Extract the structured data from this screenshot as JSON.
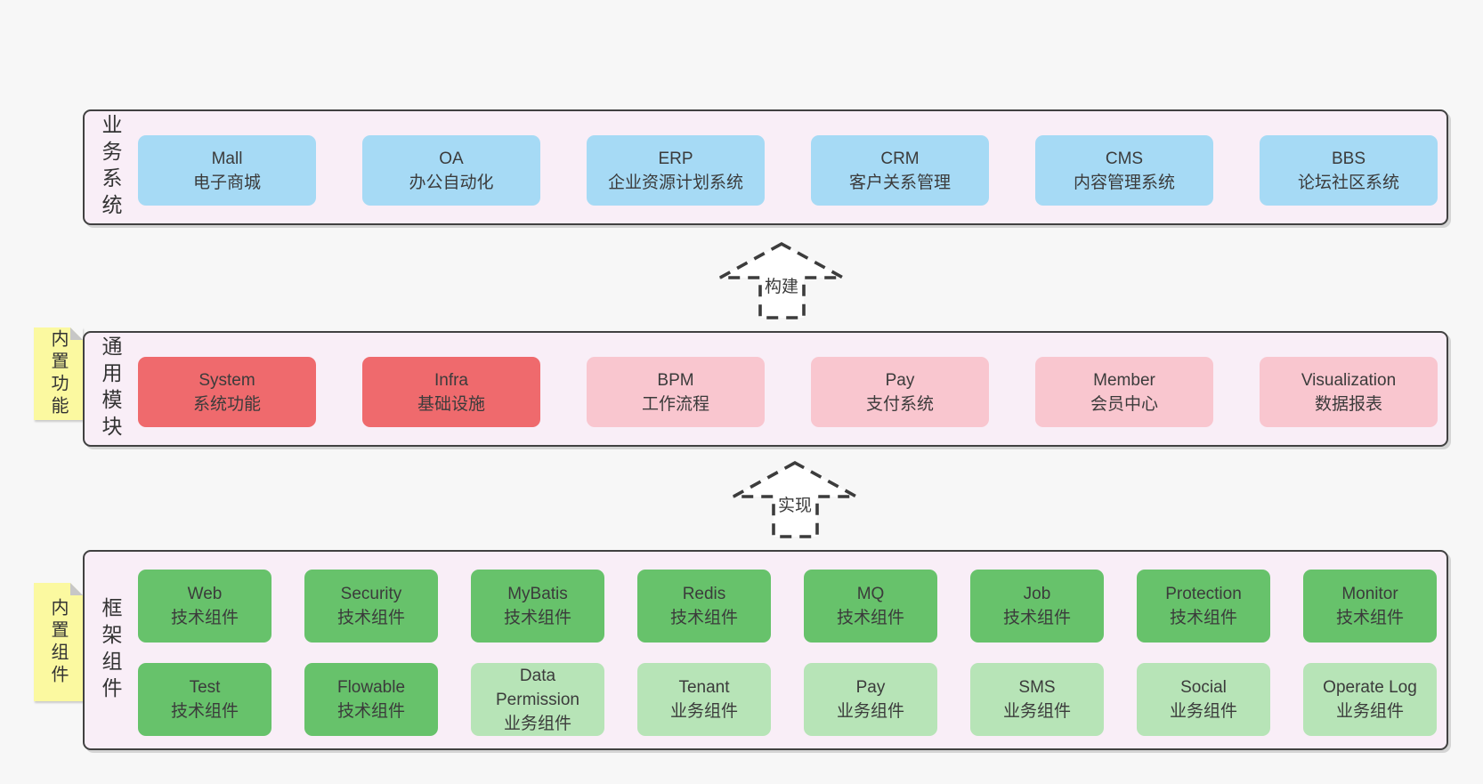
{
  "diagram": {
    "sections": [
      {
        "label": "业务系统",
        "boxes": [
          {
            "title": "Mall",
            "subtitle": "电子商城"
          },
          {
            "title": "OA",
            "subtitle": "办公自动化"
          },
          {
            "title": "ERP",
            "subtitle": "企业资源计划系统"
          },
          {
            "title": "CRM",
            "subtitle": "客户关系管理"
          },
          {
            "title": "CMS",
            "subtitle": "内容管理系统"
          },
          {
            "title": "BBS",
            "subtitle": "论坛社区系统"
          }
        ]
      },
      {
        "label": "通用模块",
        "sticky_note": "内置功能",
        "boxes": [
          {
            "title": "System",
            "subtitle": "系统功能"
          },
          {
            "title": "Infra",
            "subtitle": "基础设施"
          },
          {
            "title": "BPM",
            "subtitle": "工作流程"
          },
          {
            "title": "Pay",
            "subtitle": "支付系统"
          },
          {
            "title": "Member",
            "subtitle": "会员中心"
          },
          {
            "title": "Visualization",
            "subtitle": "数据报表"
          }
        ]
      },
      {
        "label": "框架组件",
        "sticky_note": "内置组件",
        "row1": [
          {
            "title": "Web",
            "subtitle": "技术组件"
          },
          {
            "title": "Security",
            "subtitle": "技术组件"
          },
          {
            "title": "MyBatis",
            "subtitle": "技术组件"
          },
          {
            "title": "Redis",
            "subtitle": "技术组件"
          },
          {
            "title": "MQ",
            "subtitle": "技术组件"
          },
          {
            "title": "Job",
            "subtitle": "技术组件"
          },
          {
            "title": "Protection",
            "subtitle": "技术组件"
          },
          {
            "title": "Monitor",
            "subtitle": "技术组件"
          }
        ],
        "row2": [
          {
            "title": "Test",
            "subtitle": "技术组件"
          },
          {
            "title": "Flowable",
            "subtitle": "技术组件"
          },
          {
            "title": "Data Permission",
            "subtitle": "业务组件"
          },
          {
            "title": "Tenant",
            "subtitle": "业务组件"
          },
          {
            "title": "Pay",
            "subtitle": "业务组件"
          },
          {
            "title": "SMS",
            "subtitle": "业务组件"
          },
          {
            "title": "Social",
            "subtitle": "业务组件"
          },
          {
            "title": "Operate Log",
            "subtitle": "业务组件"
          }
        ]
      }
    ],
    "arrows": [
      {
        "label": "构建"
      },
      {
        "label": "实现"
      }
    ],
    "colors": {
      "page_bg": "#f7f7f7",
      "panel_bg": "#f9eef7",
      "panel_border": "#414141",
      "blue": "#a6daf5",
      "red": "#ef6a6d",
      "pink": "#f9c6cf",
      "green": "#67c26b",
      "green_light": "#b7e4b7",
      "sticky": "#fbf9a0",
      "text": "#3b3b3b"
    }
  }
}
